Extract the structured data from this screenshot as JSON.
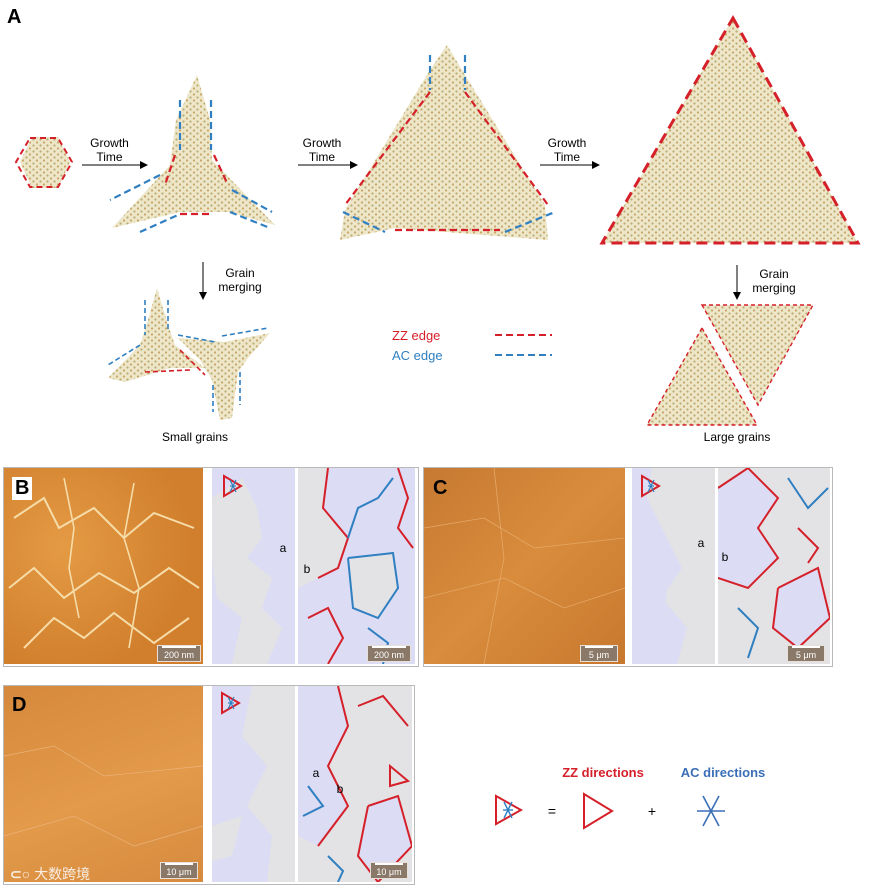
{
  "panel_a": {
    "letter": "A",
    "growth_label": "Growth\nTime",
    "grain_merging_label": "Grain\nmerging",
    "small_grains": "Small grains",
    "large_grains": "Large grains",
    "legend": {
      "zz": "ZZ edge",
      "ac": "AC edge"
    }
  },
  "panel_b": {
    "letter": "B",
    "label_a": "a",
    "label_b": "b",
    "scale": "200 nm"
  },
  "panel_c": {
    "letter": "C",
    "label_a": "a",
    "label_b": "b",
    "scale": "5 μm"
  },
  "panel_d": {
    "letter": "D",
    "label_a": "a",
    "label_b": "b",
    "scale": "10 μm"
  },
  "directions": {
    "zz": "ZZ directions",
    "ac": "AC directions",
    "eq": "=",
    "plus": "+"
  },
  "watermark": "大数跨境",
  "colors": {
    "zz": "#d5202a",
    "ac": "#2f7fc1",
    "crystal": "#d7cfa3",
    "afm": "#d88a35",
    "grainA": "#e3e3e5",
    "grainB": "#dcdcf4"
  }
}
